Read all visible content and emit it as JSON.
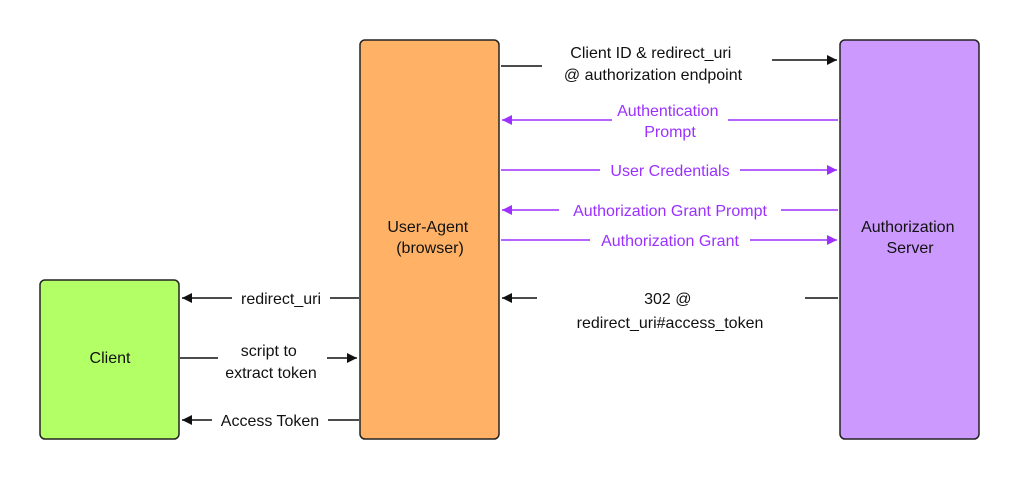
{
  "colors": {
    "black": "#111111",
    "purple": "#9b30ff",
    "user_agent_fill": "#ffb266",
    "auth_server_fill": "#cc99ff",
    "client_fill": "#b3ff66",
    "stroke": "#222222"
  },
  "nodes": {
    "client": {
      "label": "Client"
    },
    "user_agent": {
      "label_line1": "User-Agent",
      "label_line2": "(browser)"
    },
    "auth_server": {
      "label_line1": "Authorization",
      "label_line2": "Server"
    }
  },
  "edges": {
    "client_id": {
      "line1": "Client ID & redirect_uri",
      "line2": "@ authorization endpoint"
    },
    "auth_prompt": {
      "line1": "Authentication",
      "line2": "Prompt"
    },
    "user_credentials": {
      "label": "User Credentials"
    },
    "grant_prompt": {
      "label": "Authorization Grant Prompt"
    },
    "grant": {
      "label": "Authorization Grant"
    },
    "redirect_302": {
      "line1": "302 @",
      "line2": "redirect_uri#access_token"
    },
    "redirect_uri": {
      "label": "redirect_uri"
    },
    "script": {
      "line1": "script to",
      "line2": "extract token"
    },
    "access_token": {
      "label": "Access Token"
    }
  }
}
